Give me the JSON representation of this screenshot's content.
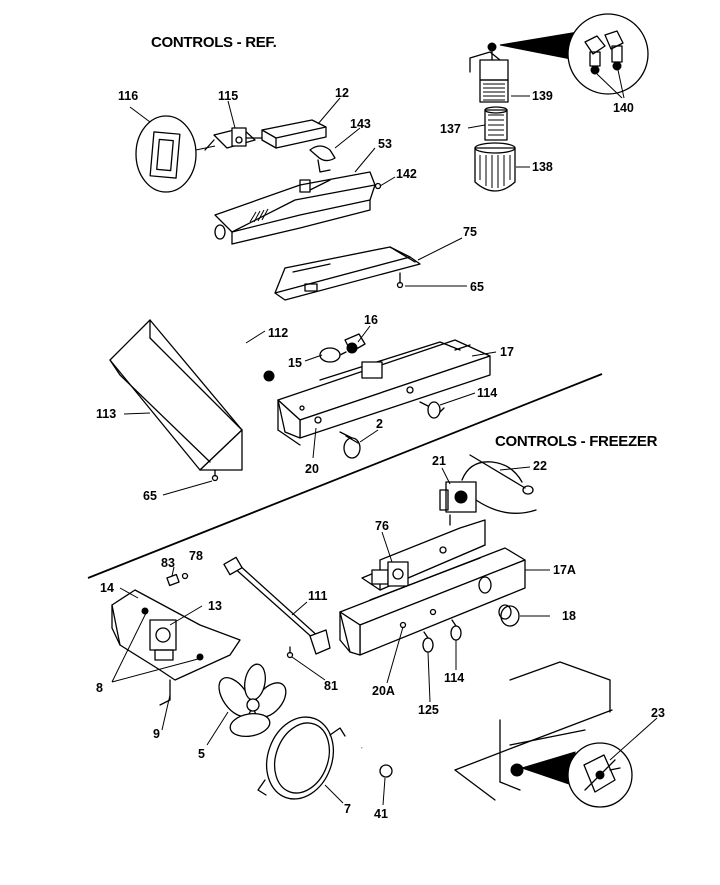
{
  "titles": {
    "ref": "CONTROLS - REF.",
    "freezer": "CONTROLS - FREEZER"
  },
  "part_labels": {
    "p116": "116",
    "p115": "115",
    "p12": "12",
    "p143": "143",
    "p53": "53",
    "p142": "142",
    "p139": "139",
    "p137": "137",
    "p138": "138",
    "p140": "140",
    "p75": "75",
    "p65a": "65",
    "p112": "112",
    "p16": "16",
    "p17": "17",
    "p15": "15",
    "p113": "113",
    "p114a": "114",
    "p2": "2",
    "p20": "20",
    "p65b": "65",
    "p21": "21",
    "p22": "22",
    "p76": "76",
    "p83": "83",
    "p78": "78",
    "p14": "14",
    "p13": "13",
    "p111": "111",
    "p17a": "17A",
    "p18": "18",
    "p8": "8",
    "p81": "81",
    "p9": "9",
    "p5": "5",
    "p20a": "20A",
    "p125": "125",
    "p114b": "114",
    "p7": "7",
    "p41": "41",
    "p23": "23"
  }
}
